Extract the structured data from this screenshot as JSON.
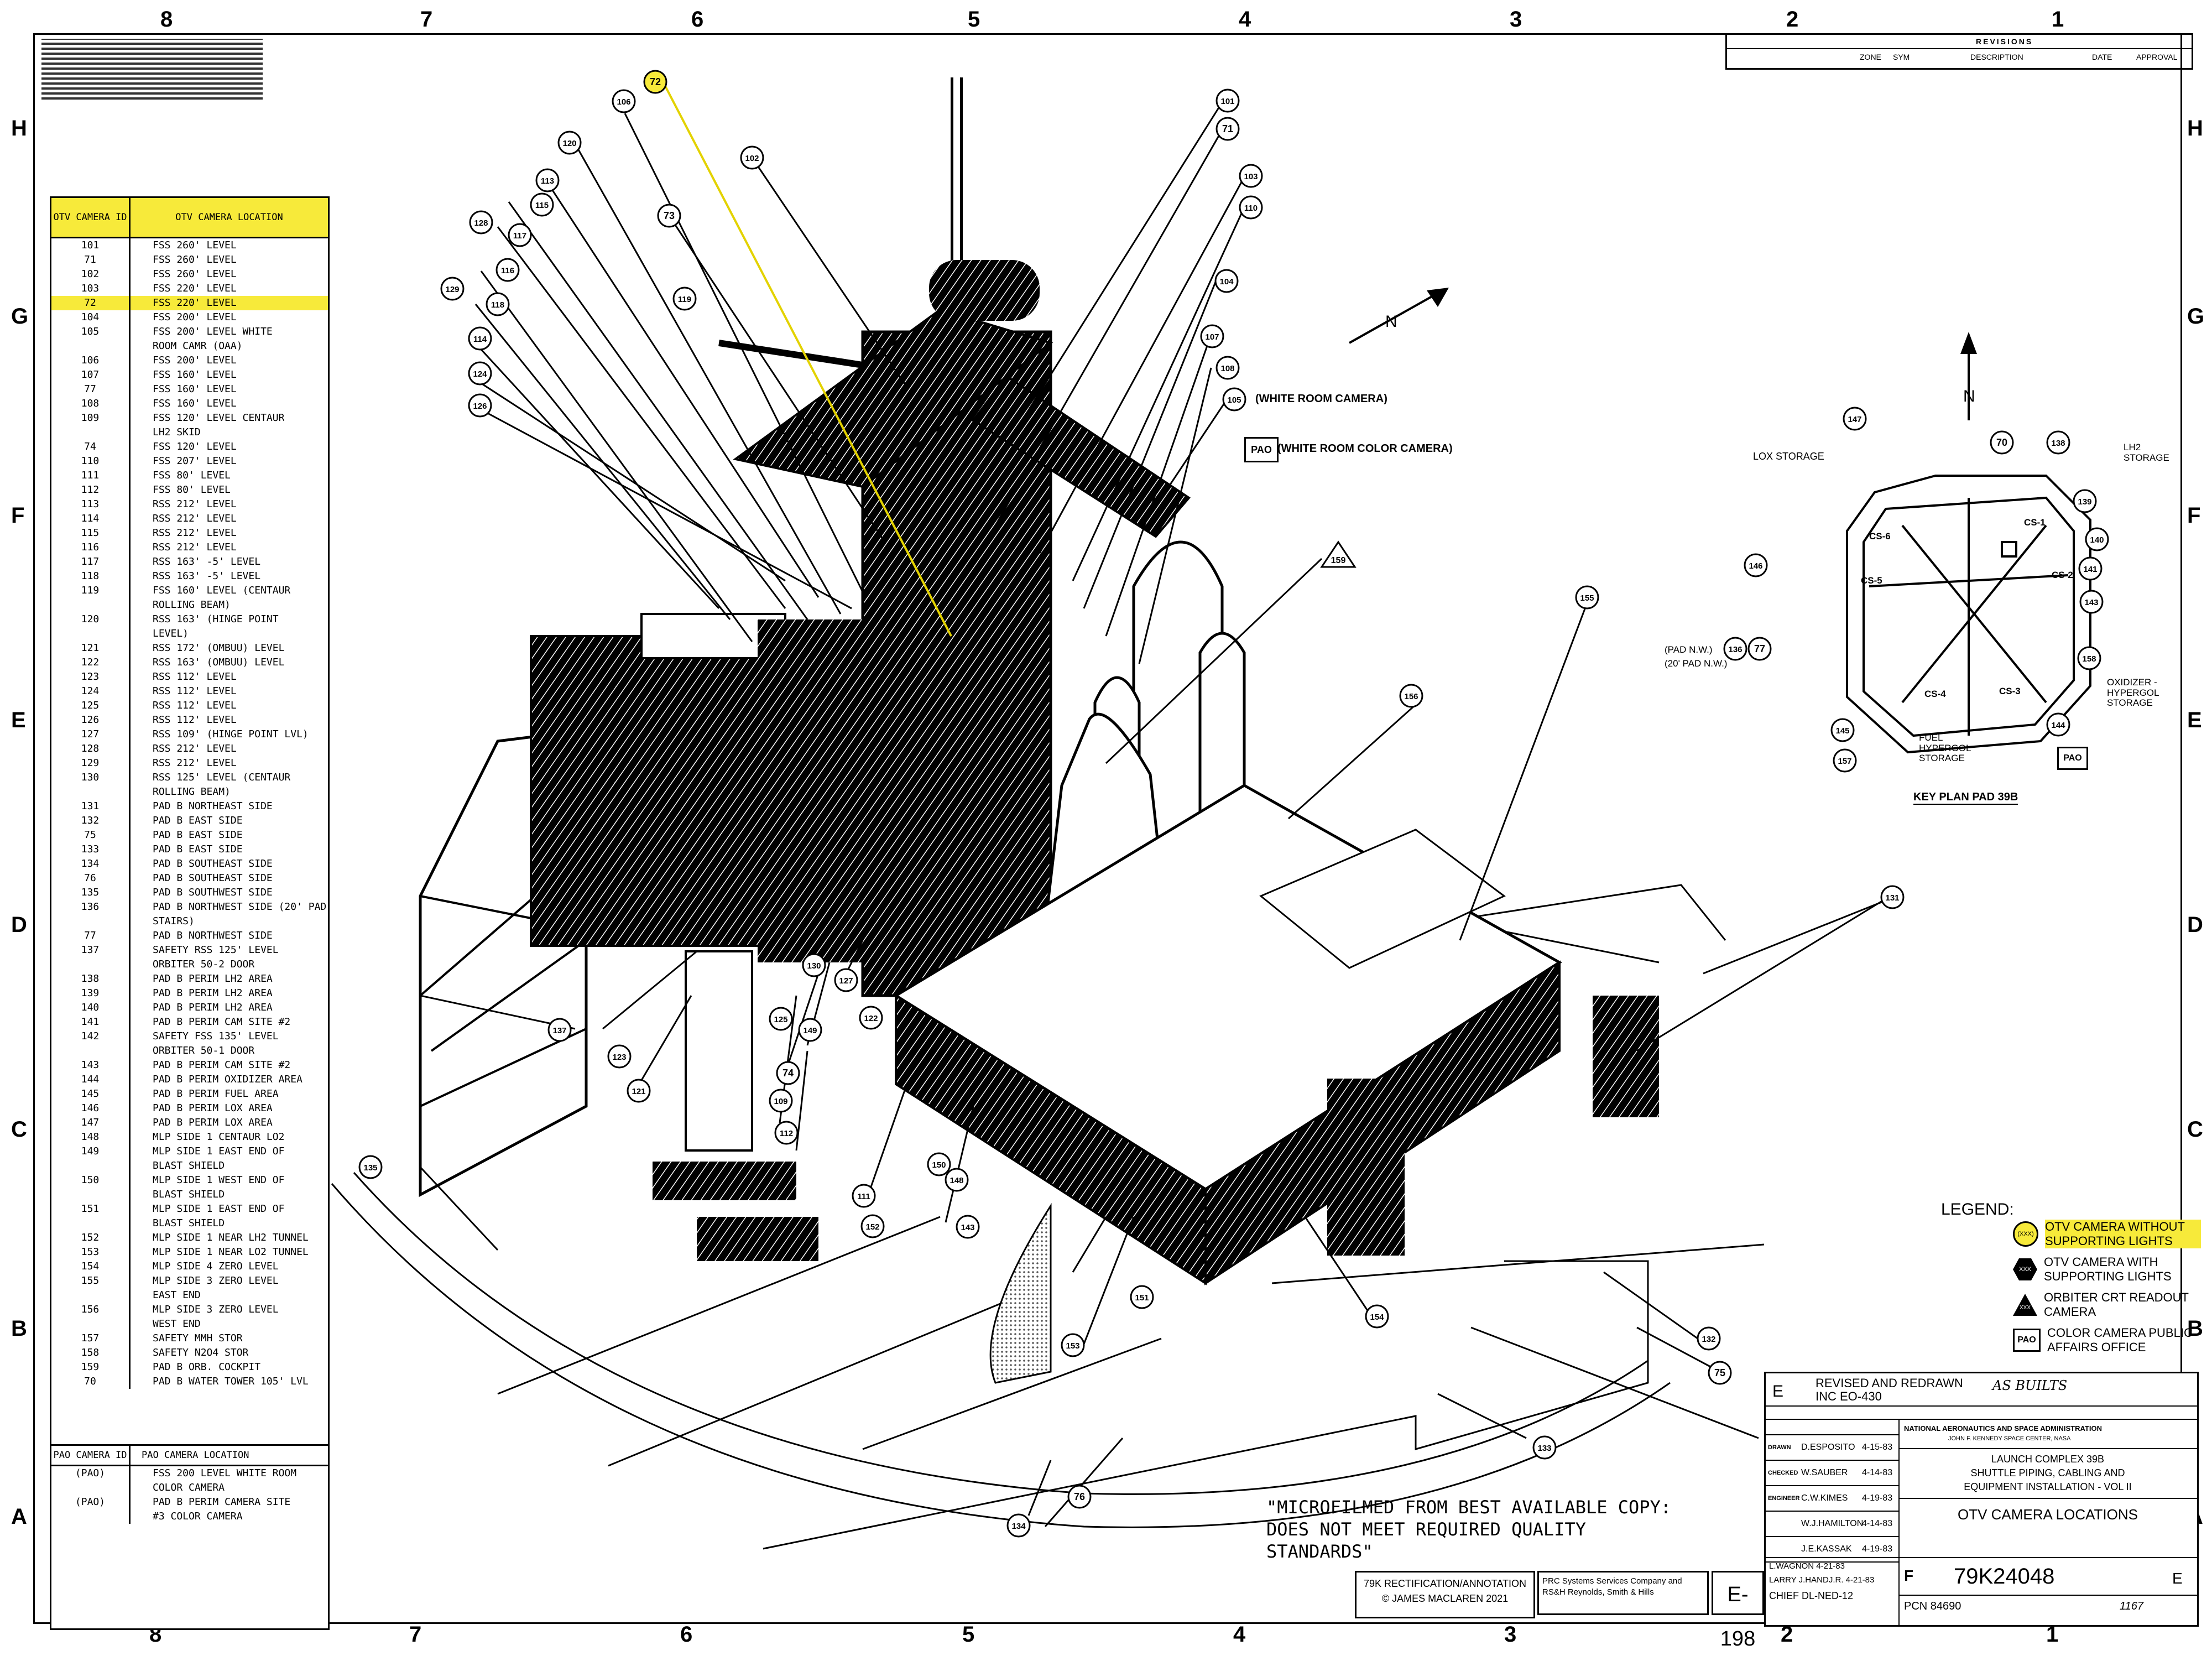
{
  "zones_top": [
    "8",
    "7",
    "6",
    "5",
    "4",
    "3",
    "2",
    "1"
  ],
  "zones_side": [
    "H",
    "G",
    "F",
    "E",
    "D",
    "C",
    "B",
    "A"
  ],
  "revisions_header": {
    "title": "REVISIONS",
    "col_zone": "ZONE",
    "col_sym": "SYM",
    "col_desc": "DESCRIPTION",
    "col_date": "DATE",
    "col_approval": "APPROVAL"
  },
  "otv_table": {
    "header_id": "OTV CAMERA ID",
    "header_loc": "OTV CAMERA LOCATION",
    "rows": [
      {
        "id": "101",
        "loc": "FSS 260' LEVEL"
      },
      {
        "id": "71",
        "loc": "FSS 260' LEVEL"
      },
      {
        "id": "102",
        "loc": "FSS 260' LEVEL"
      },
      {
        "id": "103",
        "loc": "FSS 220' LEVEL"
      },
      {
        "id": "72",
        "loc": "FSS 220' LEVEL",
        "highlight": true
      },
      {
        "id": "104",
        "loc": "FSS 200' LEVEL"
      },
      {
        "id": "105",
        "loc": "FSS 200' LEVEL WHITE"
      },
      {
        "id": "",
        "loc": "ROOM CAMR (OAA)"
      },
      {
        "id": "106",
        "loc": "FSS 200' LEVEL"
      },
      {
        "id": "107",
        "loc": "FSS 160' LEVEL"
      },
      {
        "id": "77",
        "loc": "FSS 160' LEVEL"
      },
      {
        "id": "108",
        "loc": "FSS 160' LEVEL"
      },
      {
        "id": "109",
        "loc": "FSS 120' LEVEL CENTAUR"
      },
      {
        "id": "",
        "loc": "LH2 SKID"
      },
      {
        "id": "74",
        "loc": "FSS 120' LEVEL"
      },
      {
        "id": "110",
        "loc": "FSS 207' LEVEL"
      },
      {
        "id": "111",
        "loc": "FSS 80' LEVEL"
      },
      {
        "id": "112",
        "loc": "FSS 80' LEVEL"
      },
      {
        "id": "113",
        "loc": "RSS 212' LEVEL"
      },
      {
        "id": "114",
        "loc": "RSS 212' LEVEL"
      },
      {
        "id": "115",
        "loc": "RSS 212' LEVEL"
      },
      {
        "id": "116",
        "loc": "RSS 212' LEVEL"
      },
      {
        "id": "117",
        "loc": "RSS 163' -5' LEVEL"
      },
      {
        "id": "118",
        "loc": "RSS 163' -5' LEVEL"
      },
      {
        "id": "119",
        "loc": "FSS 160' LEVEL (CENTAUR"
      },
      {
        "id": "",
        "loc": "ROLLING BEAM)"
      },
      {
        "id": "120",
        "loc": "RSS 163' (HINGE POINT"
      },
      {
        "id": "",
        "loc": "LEVEL)"
      },
      {
        "id": "121",
        "loc": "RSS 172' (OMBUU) LEVEL"
      },
      {
        "id": "122",
        "loc": "RSS 163' (OMBUU) LEVEL"
      },
      {
        "id": "123",
        "loc": "RSS 112' LEVEL"
      },
      {
        "id": "124",
        "loc": "RSS 112' LEVEL"
      },
      {
        "id": "125",
        "loc": "RSS 112' LEVEL"
      },
      {
        "id": "126",
        "loc": "RSS 112' LEVEL"
      },
      {
        "id": "127",
        "loc": "RSS 109' (HINGE POINT LVL)"
      },
      {
        "id": "128",
        "loc": "RSS 212' LEVEL"
      },
      {
        "id": "129",
        "loc": "RSS 212' LEVEL"
      },
      {
        "id": "130",
        "loc": "RSS 125' LEVEL (CENTAUR"
      },
      {
        "id": "",
        "loc": "ROLLING BEAM)"
      },
      {
        "id": "131",
        "loc": "PAD B NORTHEAST SIDE"
      },
      {
        "id": "132",
        "loc": "PAD B EAST SIDE"
      },
      {
        "id": "75",
        "loc": "PAD B EAST SIDE"
      },
      {
        "id": "133",
        "loc": "PAD B EAST SIDE"
      },
      {
        "id": "134",
        "loc": "PAD B SOUTHEAST SIDE"
      },
      {
        "id": "76",
        "loc": "PAD B SOUTHEAST SIDE"
      },
      {
        "id": "135",
        "loc": "PAD B SOUTHWEST SIDE"
      },
      {
        "id": "136",
        "loc": "PAD B NORTHWEST SIDE (20' PAD"
      },
      {
        "id": "",
        "loc": "STAIRS)"
      },
      {
        "id": "77",
        "loc": "PAD B NORTHWEST SIDE"
      },
      {
        "id": "137",
        "loc": "SAFETY RSS 125' LEVEL"
      },
      {
        "id": "",
        "loc": "ORBITER 50-2 DOOR"
      },
      {
        "id": "138",
        "loc": "PAD B PERIM LH2 AREA"
      },
      {
        "id": "139",
        "loc": "PAD B PERIM LH2 AREA"
      },
      {
        "id": "140",
        "loc": "PAD B PERIM LH2 AREA"
      },
      {
        "id": "141",
        "loc": "PAD B PERIM CAM SITE #2"
      },
      {
        "id": "142",
        "loc": "SAFETY FSS 135' LEVEL"
      },
      {
        "id": "",
        "loc": "ORBITER 50-1 DOOR"
      },
      {
        "id": "143",
        "loc": "PAD B PERIM CAM SITE #2"
      },
      {
        "id": "144",
        "loc": "PAD B PERIM OXIDIZER AREA"
      },
      {
        "id": "145",
        "loc": "PAD B PERIM FUEL AREA"
      },
      {
        "id": "146",
        "loc": "PAD B PERIM LOX AREA"
      },
      {
        "id": "147",
        "loc": "PAD B PERIM LOX AREA"
      },
      {
        "id": "148",
        "loc": "MLP SIDE 1 CENTAUR LO2"
      },
      {
        "id": "149",
        "loc": "MLP SIDE 1 EAST END OF"
      },
      {
        "id": "",
        "loc": "BLAST SHIELD"
      },
      {
        "id": "150",
        "loc": "MLP SIDE 1 WEST END OF"
      },
      {
        "id": "",
        "loc": "BLAST SHIELD"
      },
      {
        "id": "151",
        "loc": "MLP SIDE 1 EAST END OF"
      },
      {
        "id": "",
        "loc": "BLAST SHIELD"
      },
      {
        "id": "152",
        "loc": "MLP SIDE 1 NEAR LH2 TUNNEL"
      },
      {
        "id": "153",
        "loc": "MLP SIDE 1 NEAR LO2 TUNNEL"
      },
      {
        "id": "154",
        "loc": "MLP SIDE 4 ZERO LEVEL"
      },
      {
        "id": "155",
        "loc": "MLP SIDE 3 ZERO LEVEL"
      },
      {
        "id": "",
        "loc": "EAST END"
      },
      {
        "id": "156",
        "loc": "MLP SIDE 3 ZERO LEVEL"
      },
      {
        "id": "",
        "loc": "WEST END"
      },
      {
        "id": "157",
        "loc": "SAFETY MMH STOR"
      },
      {
        "id": "158",
        "loc": "SAFETY N2O4 STOR"
      },
      {
        "id": "159",
        "loc": "PAD B ORB. COCKPIT"
      },
      {
        "id": "70",
        "loc": "PAD B WATER TOWER 105' LVL"
      }
    ],
    "pao_header_id": "PAO CAMERA ID",
    "pao_header_loc": "PAO CAMERA LOCATION",
    "pao_rows": [
      {
        "id": "(PAO)",
        "loc": "FSS 200 LEVEL WHITE ROOM"
      },
      {
        "id": "",
        "loc": "COLOR CAMERA"
      },
      {
        "id": "(PAO)",
        "loc": "PAD B PERIM CAMERA SITE"
      },
      {
        "id": "",
        "loc": "#3 COLOR CAMERA"
      }
    ]
  },
  "callouts": {
    "white_room_camera": "(WHITE ROOM CAMERA)",
    "white_room_color_camera": "(WHITE ROOM COLOR CAMERA)",
    "pao": "PAO",
    "north": "N"
  },
  "key_plan": {
    "title": "KEY PLAN PAD 39B",
    "lox_storage": "LOX STORAGE",
    "lh2_storage": "LH2 STORAGE",
    "oxidizer_storage": "OXIDIZER - HYPERGOL STORAGE",
    "fuel_storage": "FUEL HYPERGOL STORAGE",
    "pad_nw": "(PAD N.W.)",
    "pad_nw_20": "(20' PAD N.W.)",
    "cs": [
      "CS-1",
      "CS-2",
      "CS-3",
      "CS-4",
      "CS-5",
      "CS-6"
    ]
  },
  "legend": {
    "title": "LEGEND:",
    "items": [
      {
        "symbol": "(XXX)",
        "text": "OTV CAMERA WITHOUT SUPPORTING LIGHTS",
        "highlight": true
      },
      {
        "symbol": "XXX",
        "text": "OTV CAMERA WITH SUPPORTING LIGHTS"
      },
      {
        "symbol": "XXX",
        "text": "ORBITER CRT READOUT CAMERA"
      },
      {
        "symbol": "PAO",
        "text": "COLOR CAMERA PUBLIC AFFAIRS OFFICE"
      }
    ]
  },
  "microfilm_note": "\"MICROFILMED FROM BEST AVAILABLE COPY: DOES NOT MEET REQUIRED QUALITY STANDARDS\"",
  "annotation_credit": {
    "line1": "79K RECTIFICATION/ANNOTATION",
    "line2": "© JAMES MACLAREN 2021"
  },
  "title_block": {
    "rev_sym": "E",
    "rev_desc": "REVISED AND REDRAWN INC EO-430",
    "as_built": "AS BUILTS",
    "agency": "NATIONAL AERONAUTICS AND SPACE ADMINISTRATION",
    "center": "JOHN F. KENNEDY SPACE CENTER, NASA",
    "project_1": "LAUNCH COMPLEX 39B",
    "project_2": "SHUTTLE PIPING, CABLING AND",
    "project_3": "EQUIPMENT INSTALLATION - VOL II",
    "drawing_title": "OTV CAMERA LOCATIONS",
    "drawing_number": "79K24048",
    "size": "F",
    "rev": "E",
    "sheet": "1167",
    "proj_no": "PCN 84690",
    "sheet_code": "E-198",
    "signatures": [
      {
        "role": "DRAWN",
        "name": "D.ESPOSITO",
        "date": "4-15-83"
      },
      {
        "role": "CHECKED",
        "name": "W.SAUBER",
        "date": "4-14-83"
      },
      {
        "role": "ENGINEER",
        "name": "C.W.KIMES",
        "date": "4-19-83"
      },
      {
        "role": "",
        "name": "W.J.HAMILTON",
        "date": "4-14-83"
      },
      {
        "role": "",
        "name": "J.E.KASSAK",
        "date": "4-19-83"
      }
    ],
    "submitted": "L.WAGNON 4-21-83",
    "approved": "LARRY J.HANDJ.R. 4-21-83",
    "chief": "CHIEF DL-NED-12",
    "firm": "PRC Systems Services Company and RS&H Reynolds, Smith & Hills"
  }
}
